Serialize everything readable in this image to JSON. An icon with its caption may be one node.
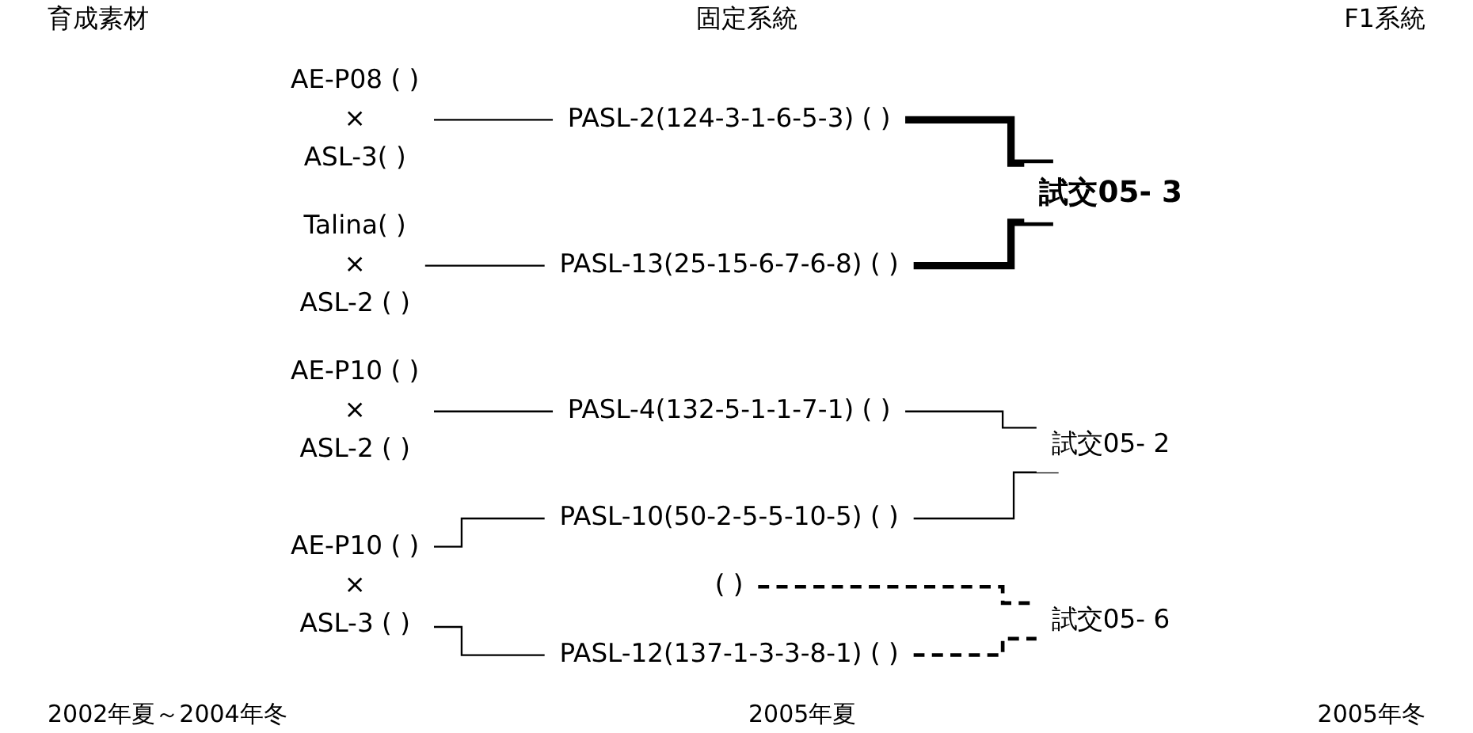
{
  "diagram": {
    "nodes": [
      {
        "text": [
          "AE-P08 ( )",
          "×",
          "ASL-3( )"
        ]
      },
      {
        "text": [
          "AE-P10 ( )",
          "×",
          "ASL-2 ( )"
        ]
      },
      {
        "text": [
          "AE-P10 ( )",
          "×",
          "ASL-3 ( )"
        ]
      },
      {
        "text": [
          "Talina( )",
          "×",
          "ASL-2 ( )"
        ]
      },
      {
        "text": [
          "PASL-2(124-3-1-6-5-3) ( )"
        ]
      },
      {
        "text": [
          "( )"
        ]
      },
      {
        "text": [
          "PASL-4(132-5-1-1-7-1) ( )"
        ]
      },
      {
        "text": [
          "PASL-10(50-2-5-5-10-5) ( )"
        ]
      },
      {
        "text": [
          "PASL-12(137-1-3-3-8-1) ( )"
        ]
      },
      {
        "text": [
          "PASL-13(25-15-6-7-6-8) ( )"
        ]
      },
      {
        "text": [
          "試交05- 2"
        ]
      },
      {
        "text": [
          "試交05- 3"
        ]
      },
      {
        "text": [
          "試交05- 6"
        ]
      }
    ],
    "edges": [
      {
        "from": 0,
        "to": 4,
        "arrow": "none"
      },
      {
        "from": 1,
        "to": 6,
        "arrow": "none"
      },
      {
        "from": 2,
        "to": 7,
        "arrow": "none"
      },
      {
        "from": 2,
        "to": 8,
        "arrow": "none"
      },
      {
        "from": 3,
        "to": 9,
        "arrow": "none"
      },
      {
        "from": 4,
        "to": 11,
        "arrow": "none",
        "style": "thick"
      },
      {
        "from": 9,
        "to": 11,
        "arrow": "none",
        "style": "thick"
      },
      {
        "from": 6,
        "to": 10,
        "arrow": "none"
      },
      {
        "from": 7,
        "to": 10,
        "arrow": "none"
      },
      {
        "from": 5,
        "to": 12,
        "arrow": "none",
        "style": "dashed"
      },
      {
        "from": 8,
        "to": 12,
        "arrow": "none",
        "style": "dashed"
      }
    ],
    "labels": [
      "育成素材",
      "固定系統",
      "F1系統",
      "2002年夏～2004年冬",
      "2005年夏",
      "2005年冬"
    ]
  }
}
